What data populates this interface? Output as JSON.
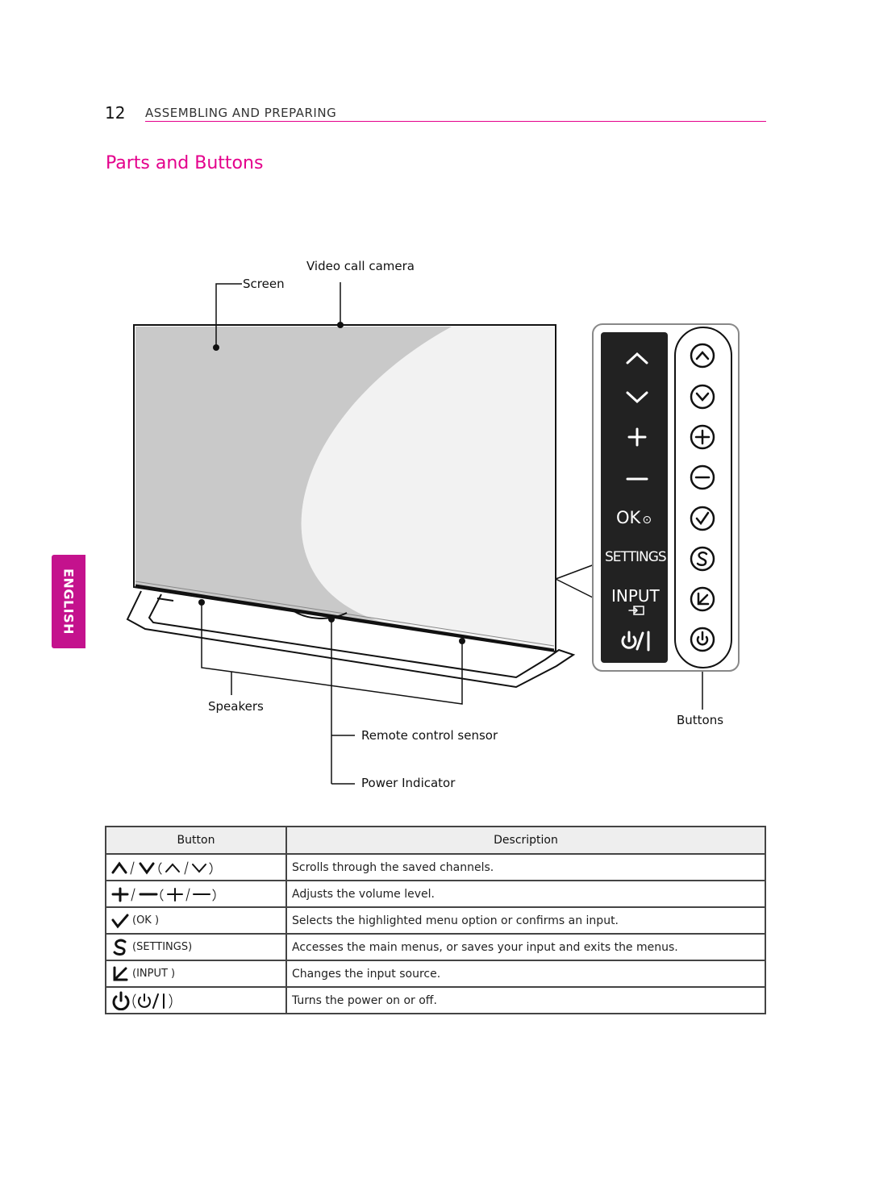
{
  "header": {
    "page_number": "12",
    "chapter": "ASSEMBLING AND PREPARING"
  },
  "section_title": "Parts and Buttons",
  "language_tab": "ENGLISH",
  "diagram_labels": {
    "video_call_camera": "Video call camera",
    "screen": "Screen",
    "speakers": "Speakers",
    "remote_control_sensor": "Remote control sensor",
    "power_indicator": "Power Indicator",
    "buttons": "Buttons"
  },
  "panel": {
    "ok": "OK",
    "settings": "SETTINGS",
    "input": "INPUT"
  },
  "table": {
    "headers": {
      "button": "Button",
      "description": "Description"
    },
    "rows": [
      {
        "button_text": "/  (   /   )",
        "description": "Scrolls through the saved channels."
      },
      {
        "button_text": "/  (   /   )",
        "description": "Adjusts the volume level."
      },
      {
        "button_text": "(OK )",
        "description": "Selects the highlighted menu option or confirms an input."
      },
      {
        "button_text": "(SETTINGS)",
        "description": "Accesses the main menus, or saves your input and exits the menus."
      },
      {
        "button_text": "(INPUT )",
        "description": "Changes the input source."
      },
      {
        "button_text": "(   )",
        "description": "Turns the power on or off."
      }
    ]
  },
  "colors": {
    "accent": "#e4008c",
    "tab": "#c4128d",
    "panel": "#222222"
  },
  "icons": [
    "up-icon",
    "down-icon",
    "plus-icon",
    "minus-icon",
    "ok-check-icon",
    "settings-s-icon",
    "input-arrow-icon",
    "power-icon"
  ]
}
